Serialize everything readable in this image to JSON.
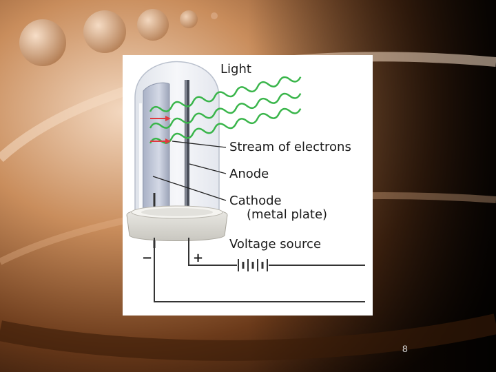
{
  "diagram": {
    "labels": {
      "light": "Light",
      "stream": "Stream of electrons",
      "anode": "Anode",
      "cathode": "Cathode",
      "cathode_sub": "(metal plate)",
      "voltage": "Voltage source"
    },
    "terminals": {
      "negative": "−",
      "positive": "+"
    }
  },
  "slide": {
    "page_number": "8"
  },
  "colors": {
    "wave": "#39b54a",
    "arrow": "#e0393e",
    "bg_accent": "#b8774a"
  }
}
